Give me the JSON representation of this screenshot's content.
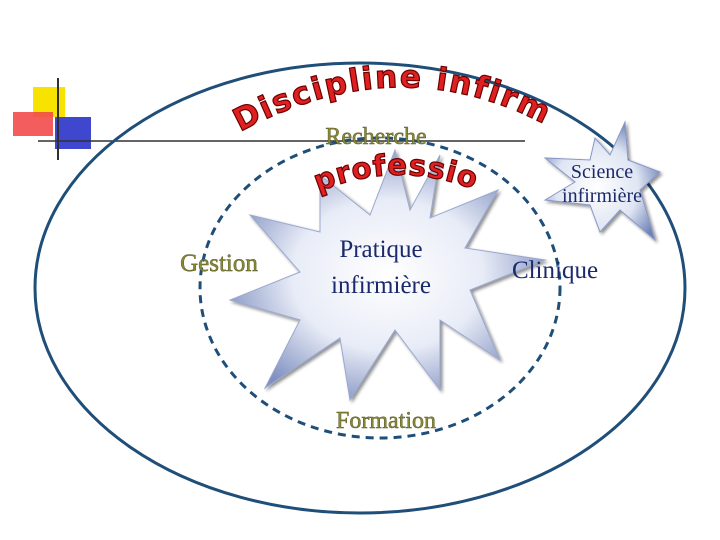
{
  "arc_title": "Discipline infirmière",
  "arc_subtitle": "profession",
  "labels": {
    "recherche": "Recherche",
    "gestion": "Gestion",
    "pratique_line1": "Pratique",
    "pratique_line2": "infirmière",
    "clinique": "Clinique",
    "formation": "Formation",
    "science_line1": "Science",
    "science_line2": "infirmière"
  },
  "colors": {
    "ellipse_stroke": "#1f4e79",
    "arc_title_fill": "#e02020",
    "arc_title_stroke": "#6a0000",
    "label_olive": "#8a8a3a",
    "label_navy": "#1b2a6b",
    "burst_light": "#ffffff",
    "burst_dark": "#7f90c0",
    "logo_yellow": "#f7e200",
    "logo_red": "#f24b4b",
    "logo_blue": "#2a33c9"
  }
}
